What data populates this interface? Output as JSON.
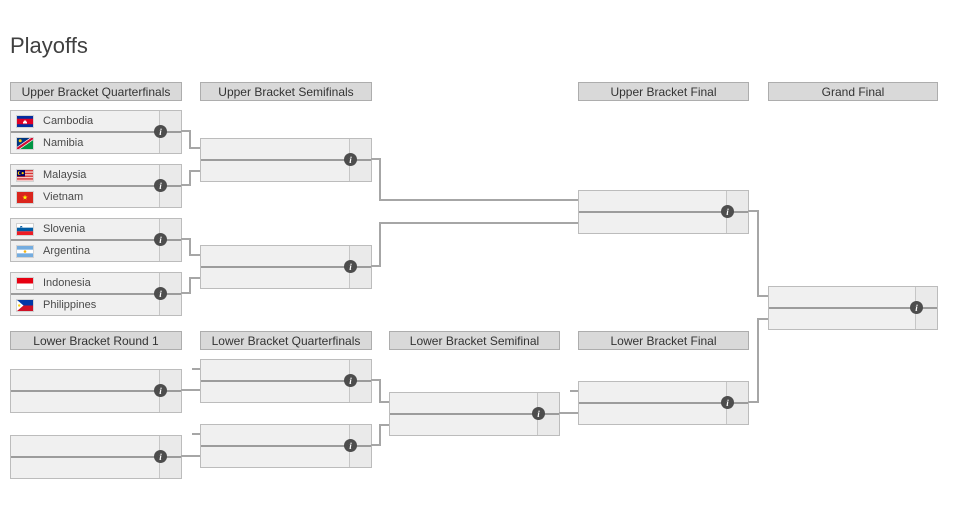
{
  "page": {
    "title": "Playoffs"
  },
  "colors": {
    "box_bg": "#f0f0f0",
    "box_border": "#bcbcbc",
    "header_bg": "#d9d9d9",
    "connector_line": "#a6a6a6",
    "divider_line": "#9c9c9c",
    "info_badge_bg": "#4d4d4d"
  },
  "icons": {
    "info": "i"
  },
  "headers": {
    "ub_quarterfinals": "Upper Bracket Quarterfinals",
    "ub_semifinals": "Upper Bracket Semifinals",
    "ub_final": "Upper Bracket Final",
    "grand_final": "Grand Final",
    "lb_round1": "Lower Bracket Round 1",
    "lb_quarterfinals": "Lower Bracket Quarterfinals",
    "lb_semifinal": "Lower Bracket Semifinal",
    "lb_final": "Lower Bracket Final"
  },
  "matches": {
    "ub_qf1": {
      "teams": [
        {
          "name": "Cambodia",
          "flag": "cambodia"
        },
        {
          "name": "Namibia",
          "flag": "namibia"
        }
      ]
    },
    "ub_qf2": {
      "teams": [
        {
          "name": "Malaysia",
          "flag": "malaysia"
        },
        {
          "name": "Vietnam",
          "flag": "vietnam"
        }
      ]
    },
    "ub_qf3": {
      "teams": [
        {
          "name": "Slovenia",
          "flag": "slovenia"
        },
        {
          "name": "Argentina",
          "flag": "argentina"
        }
      ]
    },
    "ub_qf4": {
      "teams": [
        {
          "name": "Indonesia",
          "flag": "indonesia"
        },
        {
          "name": "Philippines",
          "flag": "philippines"
        }
      ]
    }
  }
}
